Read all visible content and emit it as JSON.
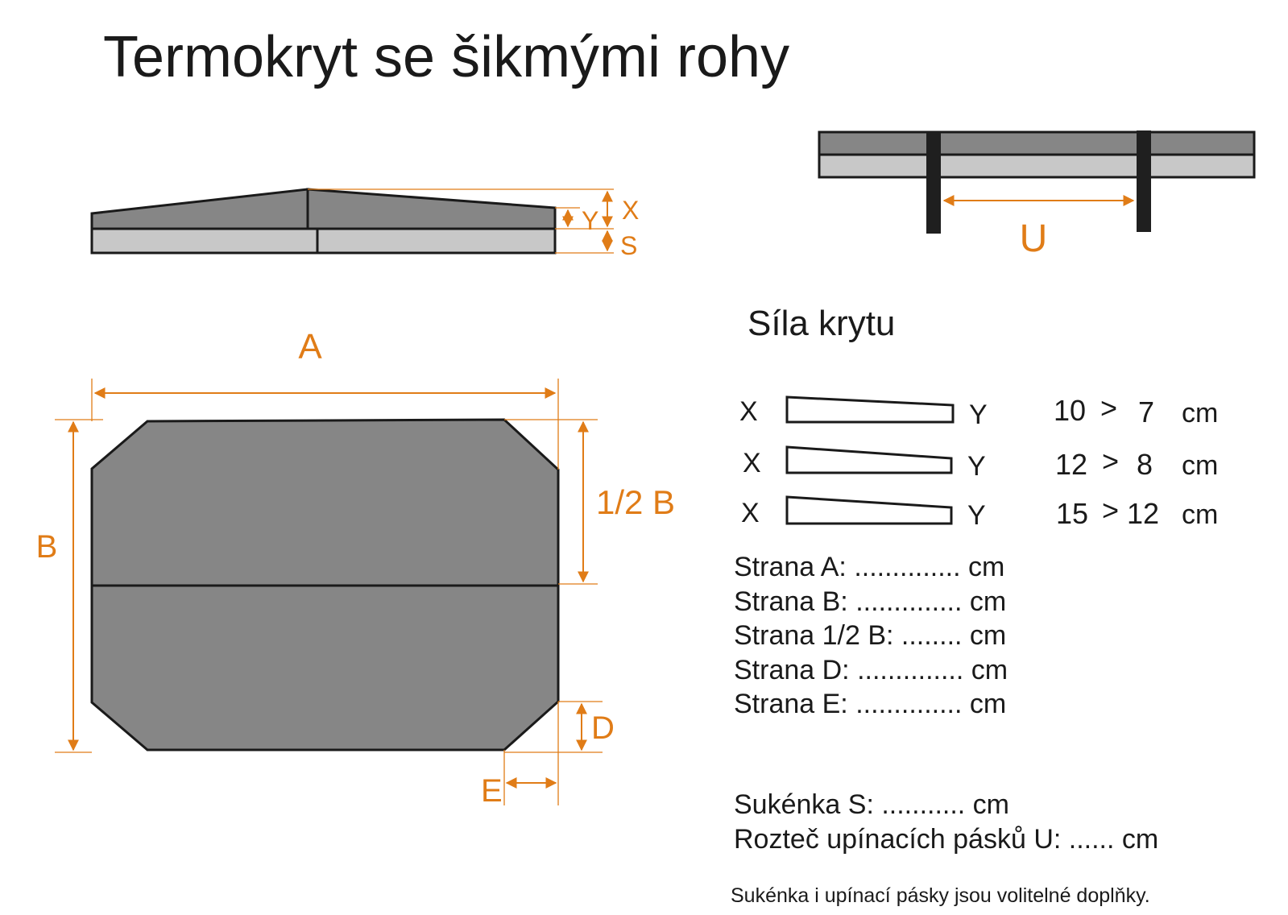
{
  "title": "Termokryt se šikmými rohy",
  "colors": {
    "accent": "#e07c17",
    "panel_dark": "#868686",
    "panel_light": "#c8c8c8",
    "outline": "#1a1a1a",
    "strap": "#1f1f1f"
  },
  "side_view": {
    "label_x": "X",
    "label_y": "Y",
    "label_s": "S"
  },
  "strap_view": {
    "label_u": "U"
  },
  "top_view": {
    "label_a": "A",
    "label_b": "B",
    "label_half_b": "1/2 B",
    "label_d": "D",
    "label_e": "E"
  },
  "thickness": {
    "heading": "Síla krytu",
    "rows": [
      {
        "x": "X",
        "y": "Y",
        "from": "10",
        "to": "7",
        "unit": "cm"
      },
      {
        "x": "X",
        "y": "Y",
        "from": "12",
        "to": "8",
        "unit": "cm"
      },
      {
        "x": "X",
        "y": "Y",
        "from": "15",
        "to": "12",
        "unit": "cm"
      }
    ],
    "arrow_symbol": ">"
  },
  "form": {
    "lines": [
      "Strana A: .............. cm",
      "Strana B: .............. cm",
      "Strana 1/2 B: ........ cm",
      "Strana D: .............. cm",
      "Strana E: .............. cm"
    ],
    "skirt": "Sukénka S: ........... cm",
    "straps": "Rozteč upínacích pásků U: ...... cm",
    "note": "Sukénka i upínací pásky jsou volitelné doplňky."
  }
}
